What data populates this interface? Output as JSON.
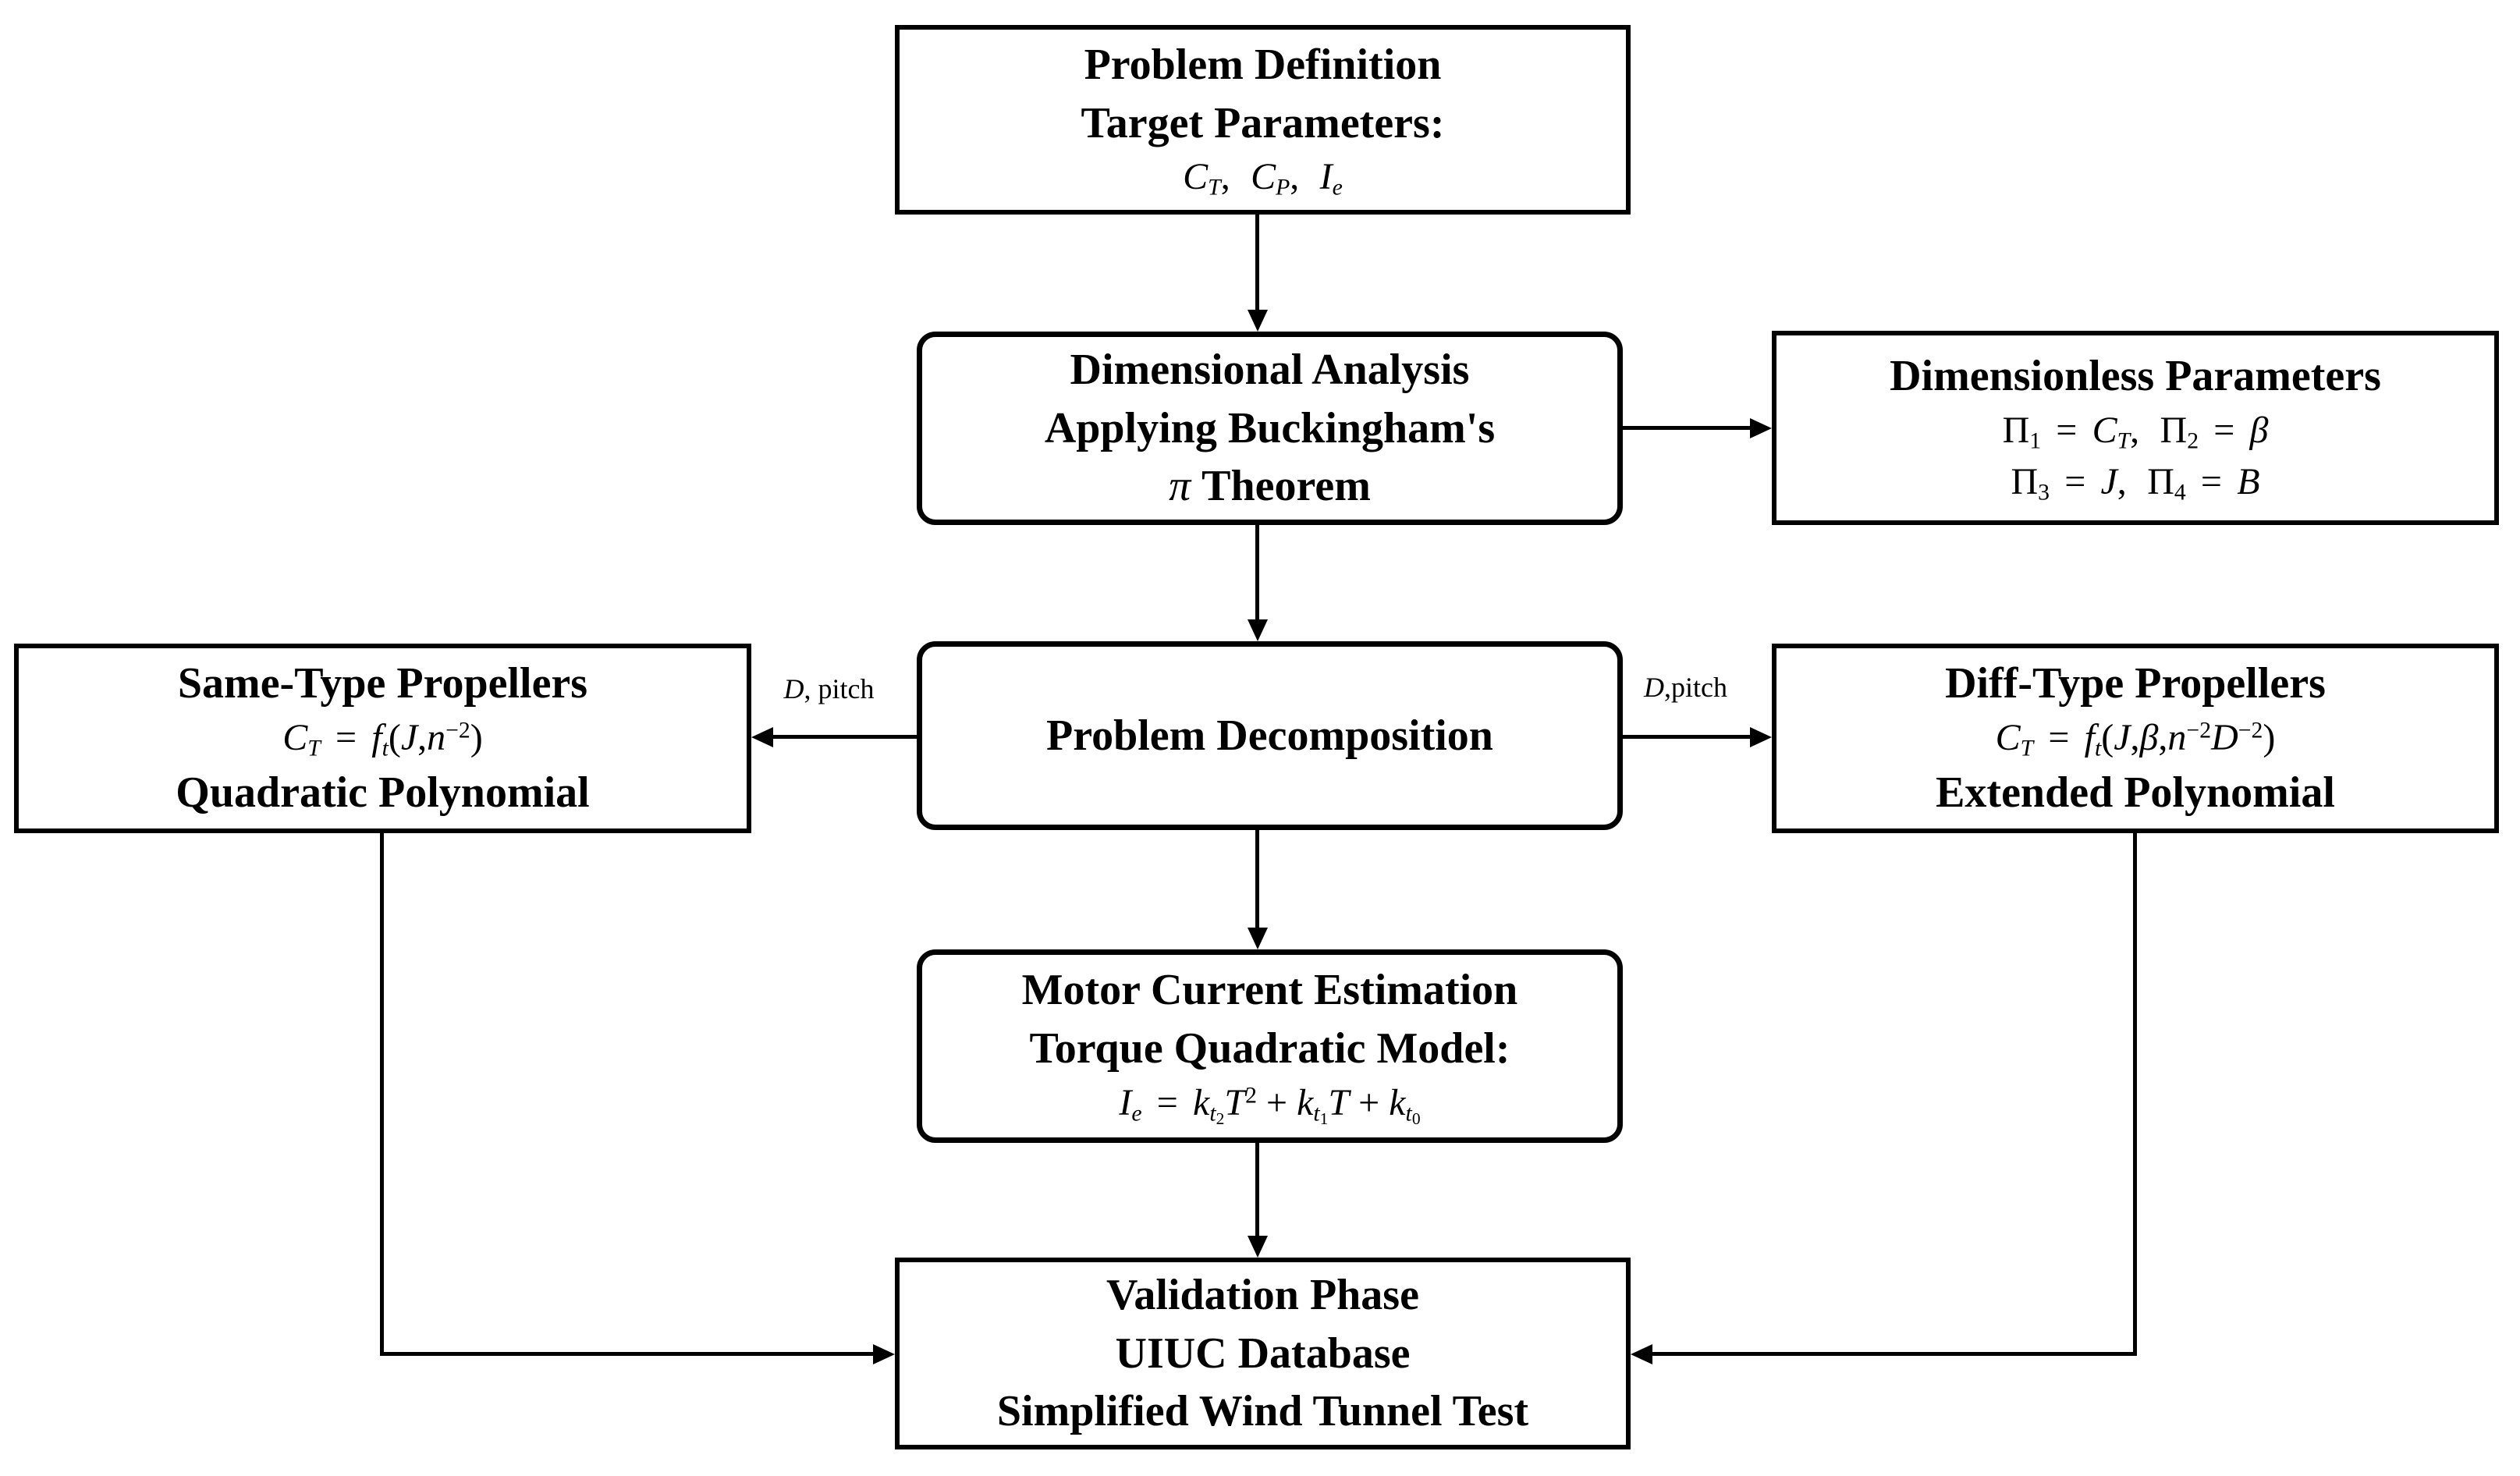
{
  "diagram": {
    "colors": {
      "ink": "#000000",
      "background": "#ffffff"
    },
    "nodes": {
      "problem_definition": {
        "title": "Problem Definition",
        "line2": "Target Parameters:",
        "math": [
          {
            "t": "C",
            "s": "i"
          },
          {
            "t": "T",
            "s": "sub"
          },
          {
            "t": ", ",
            "s": "csp"
          },
          {
            "t": "C",
            "s": "i"
          },
          {
            "t": "P",
            "s": "sub"
          },
          {
            "t": ", ",
            "s": "csp"
          },
          {
            "t": "I",
            "s": "i"
          },
          {
            "t": "e",
            "s": "sub"
          }
        ]
      },
      "dimensional_analysis": {
        "title": "Dimensional Analysis",
        "line2": "Applying Buckingham's",
        "math": [
          {
            "t": "π",
            "s": "i"
          },
          {
            "t": " Theorem",
            "s": "b"
          }
        ]
      },
      "dimensionless_parameters": {
        "title": "Dimensionless Parameters",
        "math1": [
          {
            "t": "Π",
            "s": "r"
          },
          {
            "t": "1",
            "s": "subr"
          },
          {
            "t": "=",
            "s": "eq"
          },
          {
            "t": "C",
            "s": "i"
          },
          {
            "t": "T",
            "s": "sub"
          },
          {
            "t": ", ",
            "s": "csp"
          },
          {
            "t": "Π",
            "s": "r"
          },
          {
            "t": "2",
            "s": "subr"
          },
          {
            "t": "=",
            "s": "eq"
          },
          {
            "t": "β",
            "s": "i"
          }
        ],
        "math2": [
          {
            "t": "Π",
            "s": "r"
          },
          {
            "t": "3",
            "s": "subr"
          },
          {
            "t": "=",
            "s": "eq"
          },
          {
            "t": "J",
            "s": "i"
          },
          {
            "t": ", ",
            "s": "csp"
          },
          {
            "t": "Π",
            "s": "r"
          },
          {
            "t": "4",
            "s": "subr"
          },
          {
            "t": "=",
            "s": "eq"
          },
          {
            "t": "B",
            "s": "i"
          }
        ]
      },
      "same_type": {
        "title": "Same-Type Propellers",
        "math": [
          {
            "t": "C",
            "s": "i"
          },
          {
            "t": "T",
            "s": "sub"
          },
          {
            "t": "=",
            "s": "eq"
          },
          {
            "t": "f",
            "s": "i"
          },
          {
            "t": "t",
            "s": "sub"
          },
          {
            "t": "(",
            "s": "r"
          },
          {
            "t": "J",
            "s": "i"
          },
          {
            "t": ",",
            "s": "r"
          },
          {
            "t": "n",
            "s": "i"
          },
          {
            "t": "−2",
            "s": "sup"
          },
          {
            "t": ")",
            "s": "r"
          }
        ],
        "line3": "Quadratic Polynomial"
      },
      "problem_decomposition": {
        "title": "Problem Decomposition"
      },
      "diff_type": {
        "title": "Diff-Type Propellers",
        "math": [
          {
            "t": "C",
            "s": "i"
          },
          {
            "t": "T",
            "s": "sub"
          },
          {
            "t": "=",
            "s": "eq"
          },
          {
            "t": "f",
            "s": "i"
          },
          {
            "t": "t",
            "s": "sub"
          },
          {
            "t": "(",
            "s": "r"
          },
          {
            "t": "J",
            "s": "i"
          },
          {
            "t": ",",
            "s": "r"
          },
          {
            "t": "β",
            "s": "i"
          },
          {
            "t": ",",
            "s": "r"
          },
          {
            "t": "n",
            "s": "i"
          },
          {
            "t": "−2",
            "s": "sup"
          },
          {
            "t": "D",
            "s": "i"
          },
          {
            "t": "−2",
            "s": "sup"
          },
          {
            "t": ")",
            "s": "r"
          }
        ],
        "line3": "Extended Polynomial"
      },
      "motor_current": {
        "title": "Motor Current Estimation",
        "line2": "Torque Quadratic Model:",
        "math": [
          {
            "t": "I",
            "s": "i"
          },
          {
            "t": "e",
            "s": "sub"
          },
          {
            "t": "=",
            "s": "eq"
          },
          {
            "t": "k",
            "s": "i"
          },
          {
            "t": "t",
            "s": "sub"
          },
          {
            "t": "2",
            "s": "ssub"
          },
          {
            "t": "T",
            "s": "i"
          },
          {
            "t": "2",
            "s": "sup"
          },
          {
            "t": "+",
            "s": "pm"
          },
          {
            "t": "k",
            "s": "i"
          },
          {
            "t": "t",
            "s": "sub"
          },
          {
            "t": "1",
            "s": "ssub"
          },
          {
            "t": "T",
            "s": "i"
          },
          {
            "t": "+",
            "s": "pm"
          },
          {
            "t": "k",
            "s": "i"
          },
          {
            "t": "t",
            "s": "sub"
          },
          {
            "t": "0",
            "s": "ssub"
          }
        ]
      },
      "validation": {
        "title": "Validation Phase",
        "line2": "UIUC Database",
        "line3": "Simplified Wind Tunnel Test"
      }
    },
    "edge_labels": {
      "left": [
        {
          "t": "D",
          "s": "i"
        },
        {
          "t": ", pitch",
          "s": "r"
        }
      ],
      "right": [
        {
          "t": "D",
          "s": "i"
        },
        {
          "t": ",pitch",
          "s": "r"
        }
      ]
    }
  }
}
